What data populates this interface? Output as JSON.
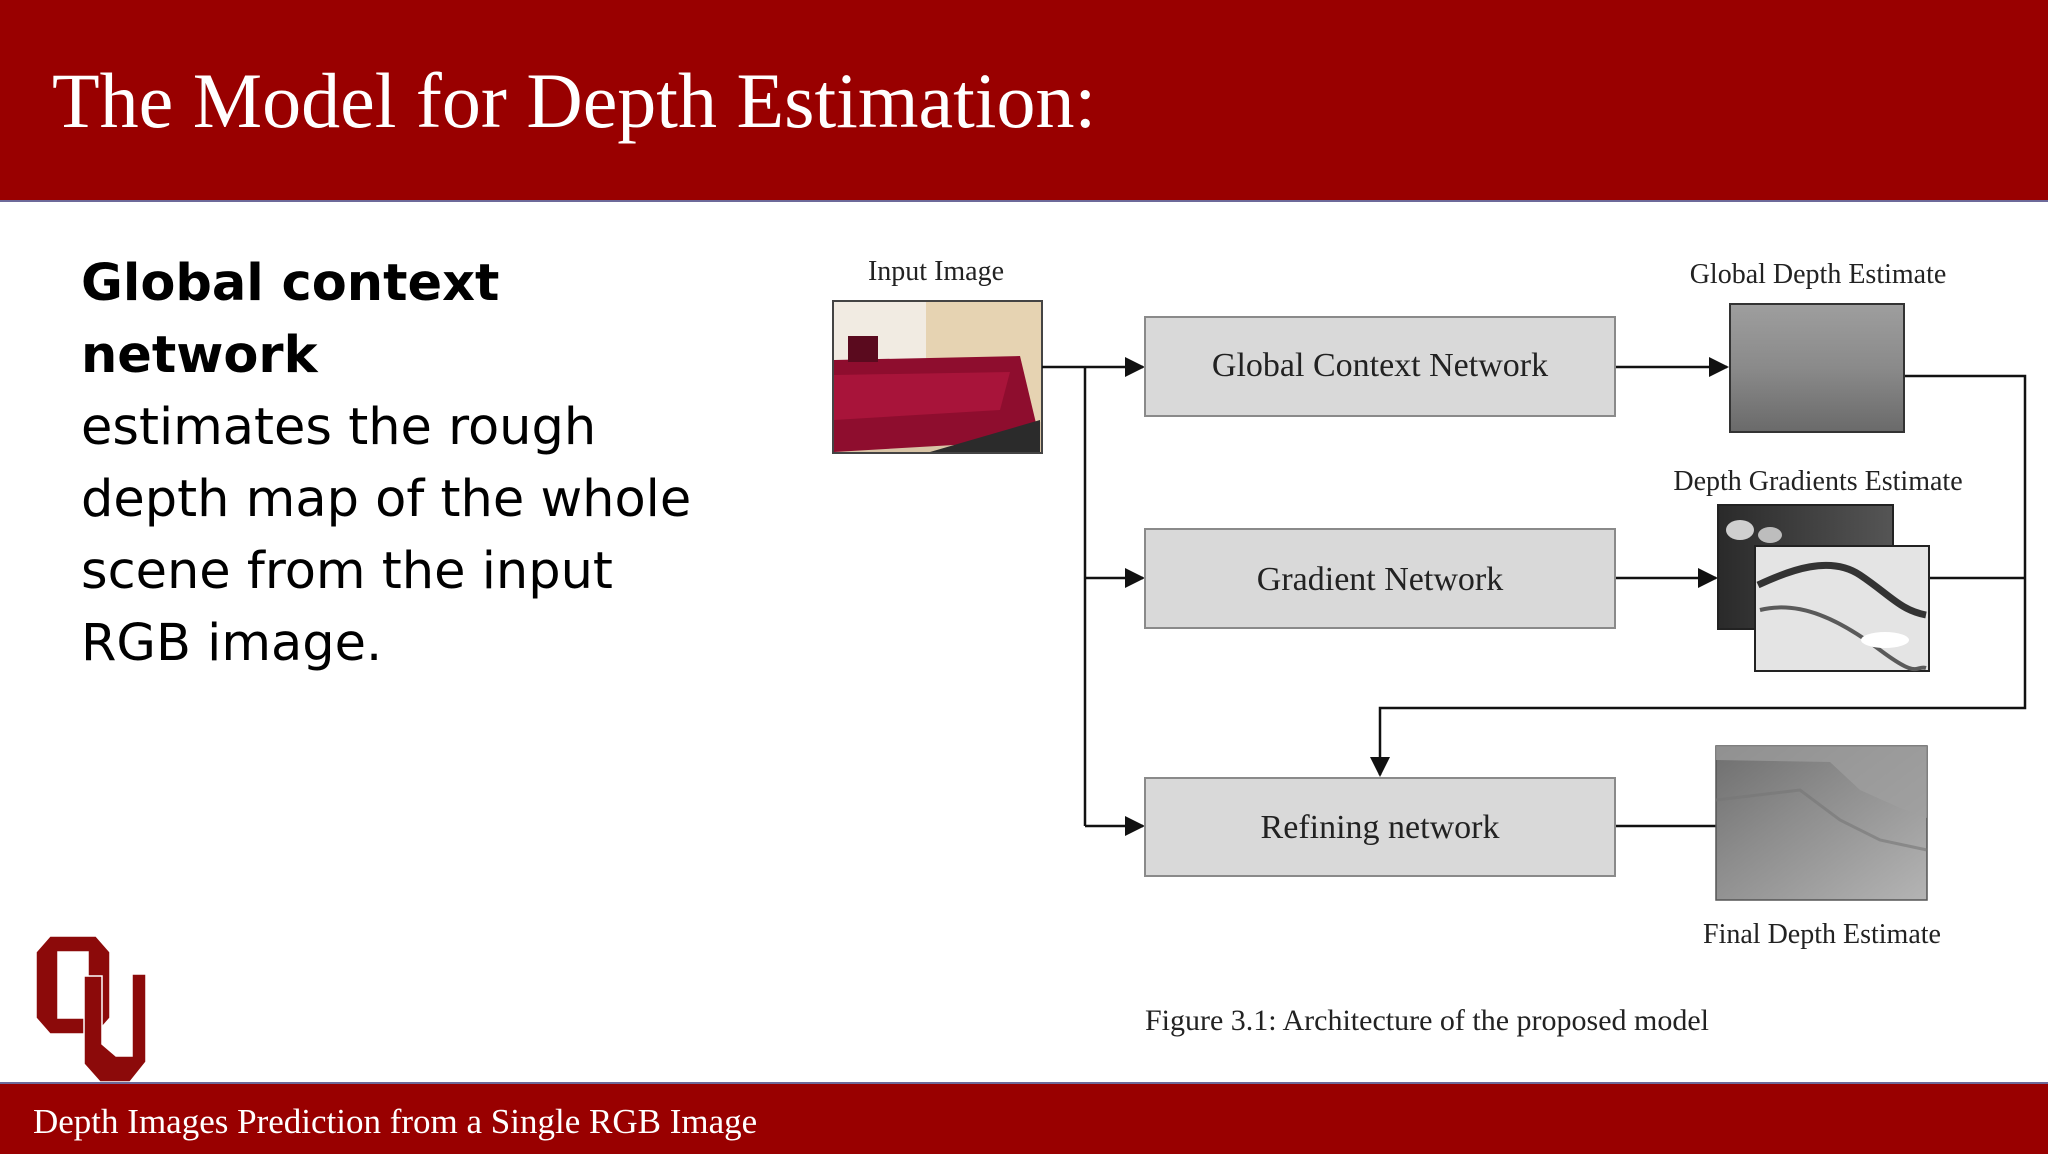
{
  "slide": {
    "title": "The Model for Depth Estimation:",
    "body_bold": "Global context network",
    "body_rest": "estimates the rough depth map of the whole scene from the input RGB image.",
    "footer": "Depth Images Prediction from a Single RGB Image"
  },
  "diagram": {
    "input_label": "Input Image",
    "nodes": {
      "global": "Global Context Network",
      "gradient": "Gradient Network",
      "refining": "Refining network"
    },
    "outputs": {
      "global": "Global Depth Estimate",
      "gradients": "Depth Gradients Estimate",
      "final": "Final Depth Estimate"
    },
    "caption": "Figure 3.1: Architecture of the proposed model"
  },
  "colors": {
    "brand": "#990000",
    "box_fill": "#d9d9d9",
    "box_stroke": "#8a8a8a"
  }
}
